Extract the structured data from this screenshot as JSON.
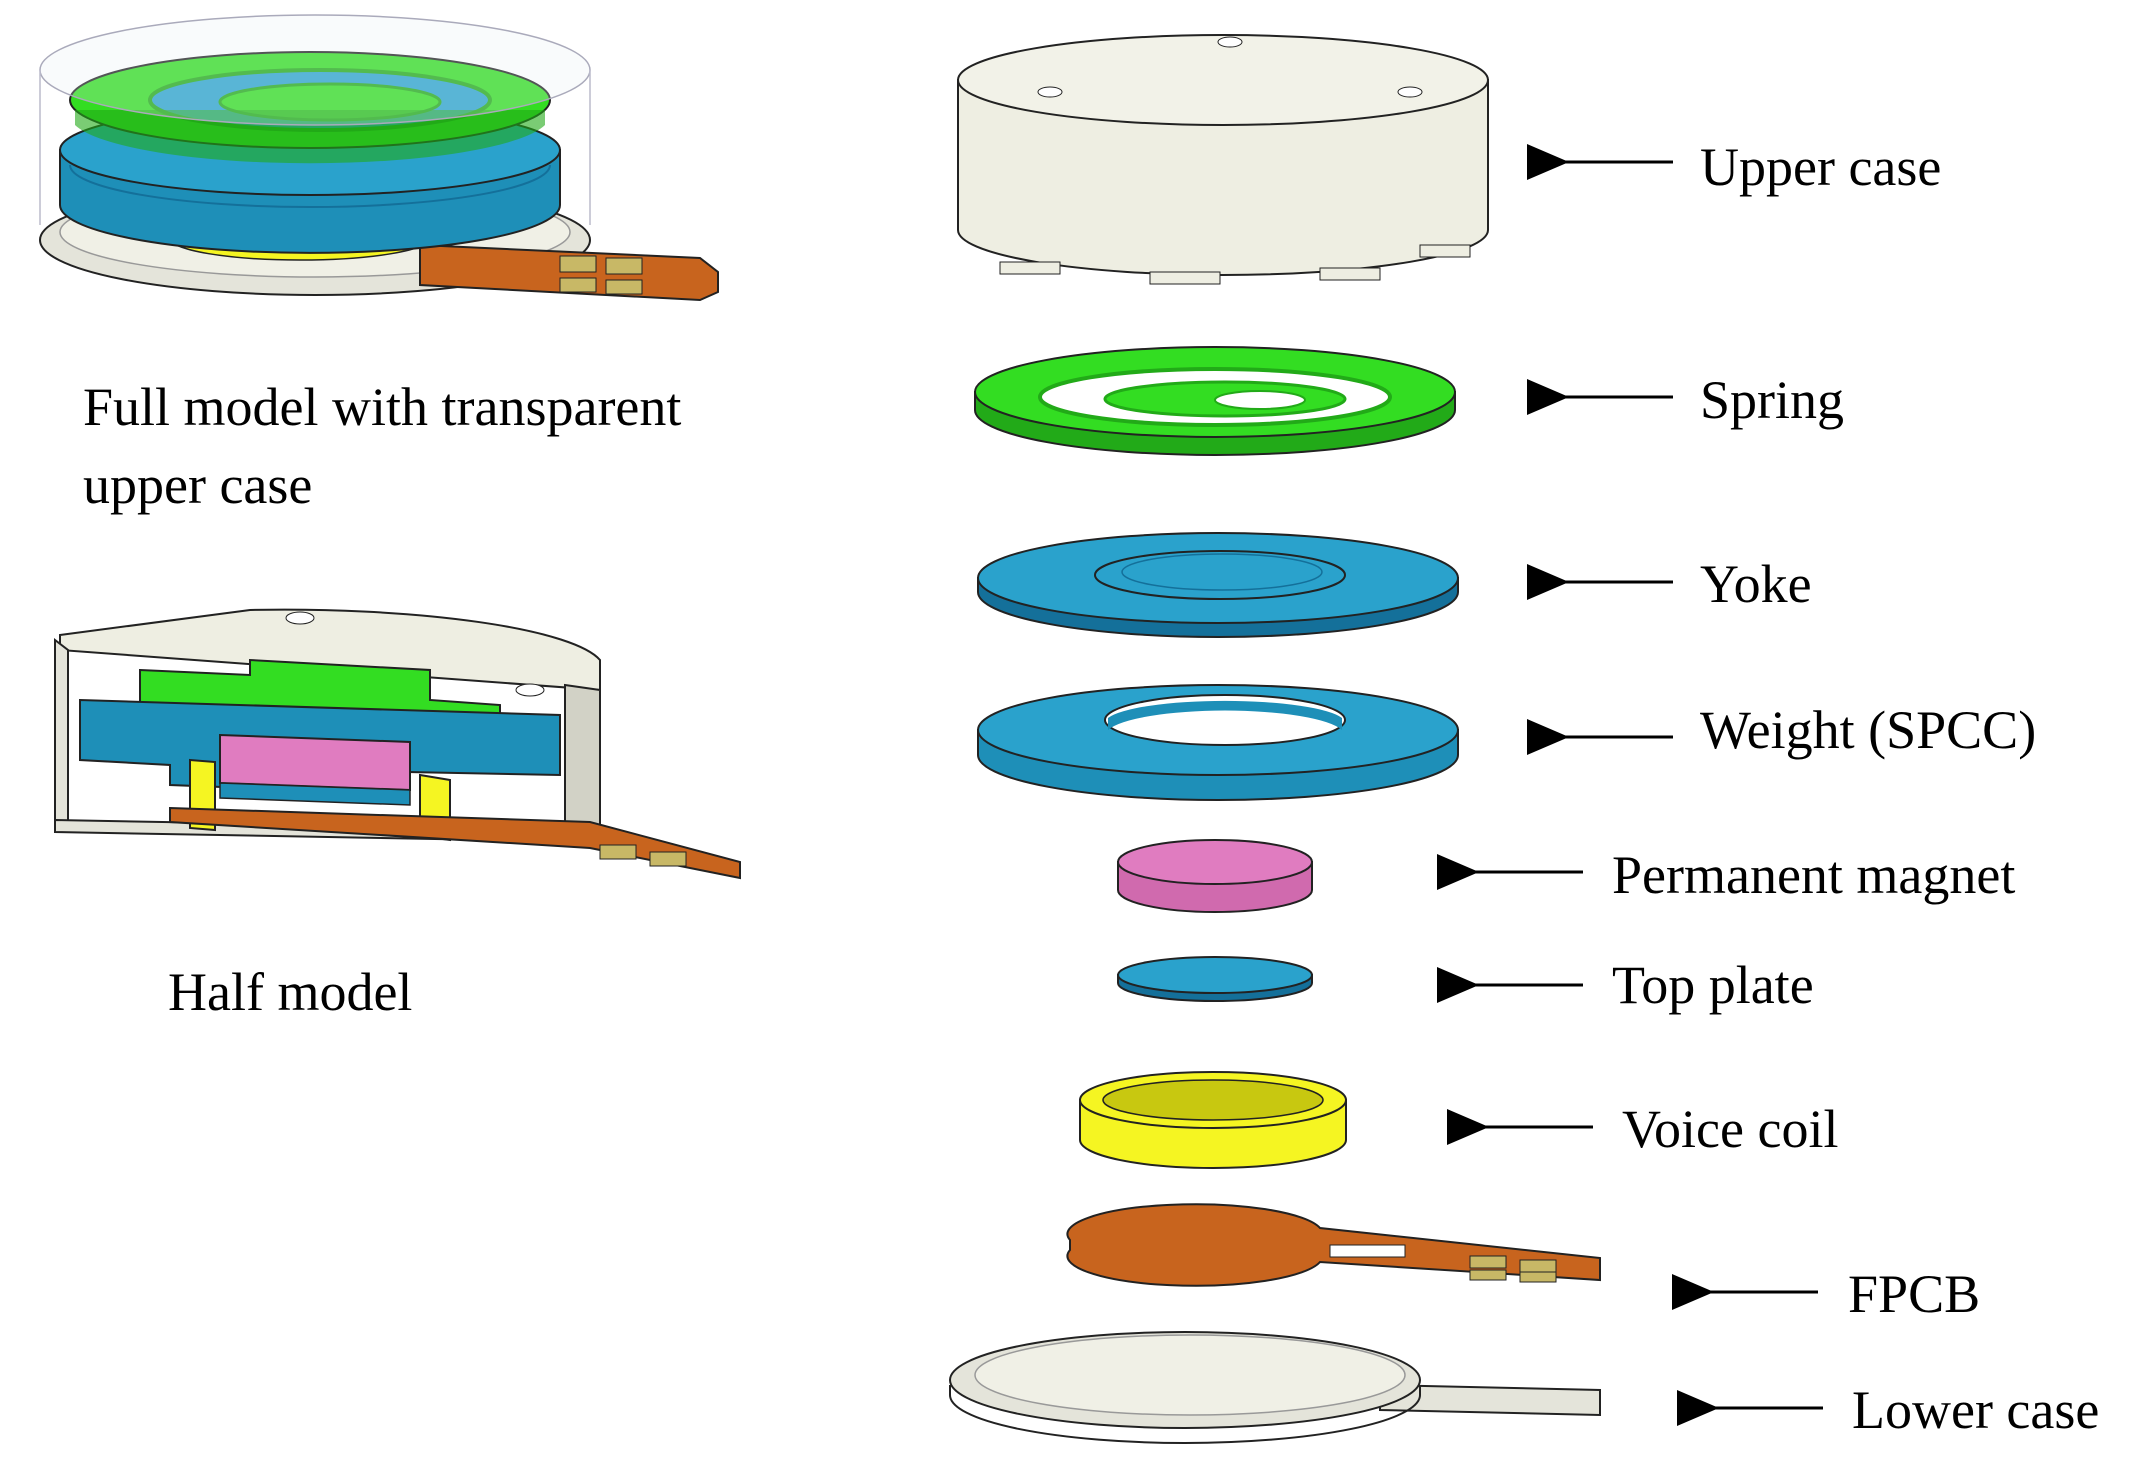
{
  "captions": {
    "full_model_line1": "Full model with transparent",
    "full_model_line2": "upper case",
    "half_model": "Half model"
  },
  "parts": [
    {
      "id": "upper-case",
      "label": "Upper case",
      "color": "#eeeee2"
    },
    {
      "id": "spring",
      "label": "Spring",
      "color": "#33dd22"
    },
    {
      "id": "yoke",
      "label": "Yoke",
      "color": "#1e8fb8"
    },
    {
      "id": "weight",
      "label": "Weight (SPCC)",
      "color": "#1e8fb8"
    },
    {
      "id": "permanent-magnet",
      "label": "Permanent magnet",
      "color": "#e07cc0"
    },
    {
      "id": "top-plate",
      "label": "Top plate",
      "color": "#1e8fb8"
    },
    {
      "id": "voice-coil",
      "label": "Voice coil",
      "color": "#f5f522"
    },
    {
      "id": "fpcb",
      "label": "FPCB",
      "color": "#c8641e"
    },
    {
      "id": "lower-case",
      "label": "Lower case",
      "color": "#e4e4da"
    }
  ],
  "colors": {
    "case_light": "#f0f0e6",
    "case_shade": "#d2d2c6",
    "spring": "#33dd22",
    "spring_dark": "#22aa18",
    "steel": "#1e8fb8",
    "steel_dark": "#14709a",
    "magnet": "#e07cc0",
    "coil": "#f5f522",
    "coil_dark": "#c8c810",
    "fpcb": "#c8641e",
    "fpcb_dark": "#9a4614",
    "pad": "#c8b866",
    "outline": "#222222"
  }
}
